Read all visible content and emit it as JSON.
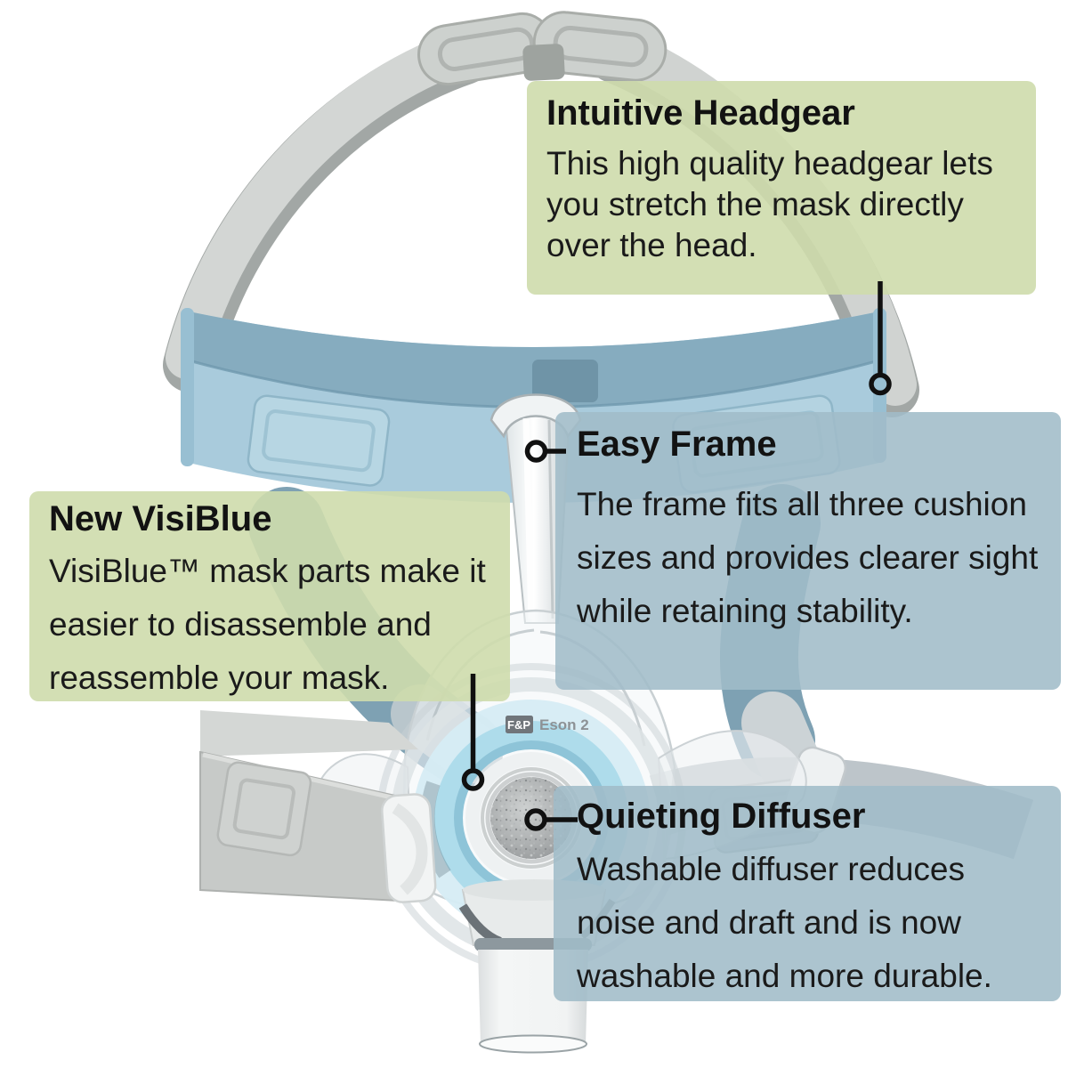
{
  "product": {
    "badge": "F&P",
    "model": "Eson 2"
  },
  "callouts": [
    {
      "id": "intuitive-headgear",
      "title": "Intuitive Headgear",
      "body": "This high quality headgear lets you stretch the mask directly over the head.",
      "theme_color": "#d9e3c4"
    },
    {
      "id": "easy-frame",
      "title": "Easy Frame",
      "body": "The frame fits all three cushion sizes and provides clearer sight while retaining stability.",
      "theme_color": "#aec7d0"
    },
    {
      "id": "new-visiblue",
      "title": "New VisiBlue",
      "body": "VisiBlue™ mask parts make it easier to disassemble and reassemble your mask.",
      "theme_color": "#d9e3c4"
    },
    {
      "id": "quieting-diffuser",
      "title": "Quieting Diffuser",
      "body": "Washable diffuser reduces noise and draft and is now washable and more durable.",
      "theme_color": "#aec7d0"
    }
  ],
  "palette": {
    "green_box": "#d9e3c4",
    "blue_box": "#aec7d0",
    "headgear_blue": "#a9cbdc",
    "visiblue_accent": "#a9d8e6",
    "strap_gray": "#ccd0cd",
    "connector_black": "#101010"
  }
}
